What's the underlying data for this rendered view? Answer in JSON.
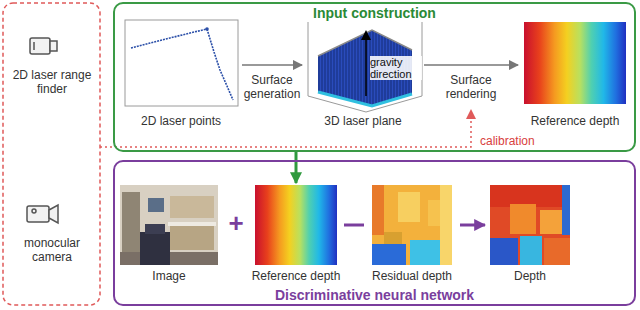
{
  "diagram": {
    "nodes": [
      {
        "text": [
          "Input construction"
        ]
      },
      {
        "text": [
          "2D laser points"
        ],
        "in": 0
      },
      {
        "text": [
          "3D laser plane",
          "gravity direction"
        ],
        "in": 0
      },
      {
        "text": [
          "Reference depth"
        ],
        "in": 0
      },
      {
        "text": [
          "Discriminative neural network"
        ]
      },
      {
        "text": [
          "Image"
        ],
        "in": 4
      },
      {
        "text": [
          "Reference depth"
        ],
        "in": 4
      },
      {
        "text": [
          "Residual depth"
        ],
        "in": 4
      },
      {
        "text": [
          "Depth"
        ],
        "in": 4
      },
      {
        "text": [
          "2D laser range finder"
        ]
      },
      {
        "text": [
          "monocular camera"
        ]
      }
    ],
    "edges": [
      {
        "from": 1,
        "to": 2,
        "arrow": "to",
        "label": "Surface generation"
      },
      {
        "from": 2,
        "to": 3,
        "arrow": "to",
        "label": "Surface rendering"
      },
      {
        "from": 0,
        "to": 6,
        "arrow": "to"
      },
      {
        "from": 6,
        "to": 7,
        "arrow": "none"
      },
      {
        "from": 7,
        "to": 8,
        "arrow": "to"
      }
    ],
    "labels": [
      "+",
      "calibration"
    ]
  }
}
